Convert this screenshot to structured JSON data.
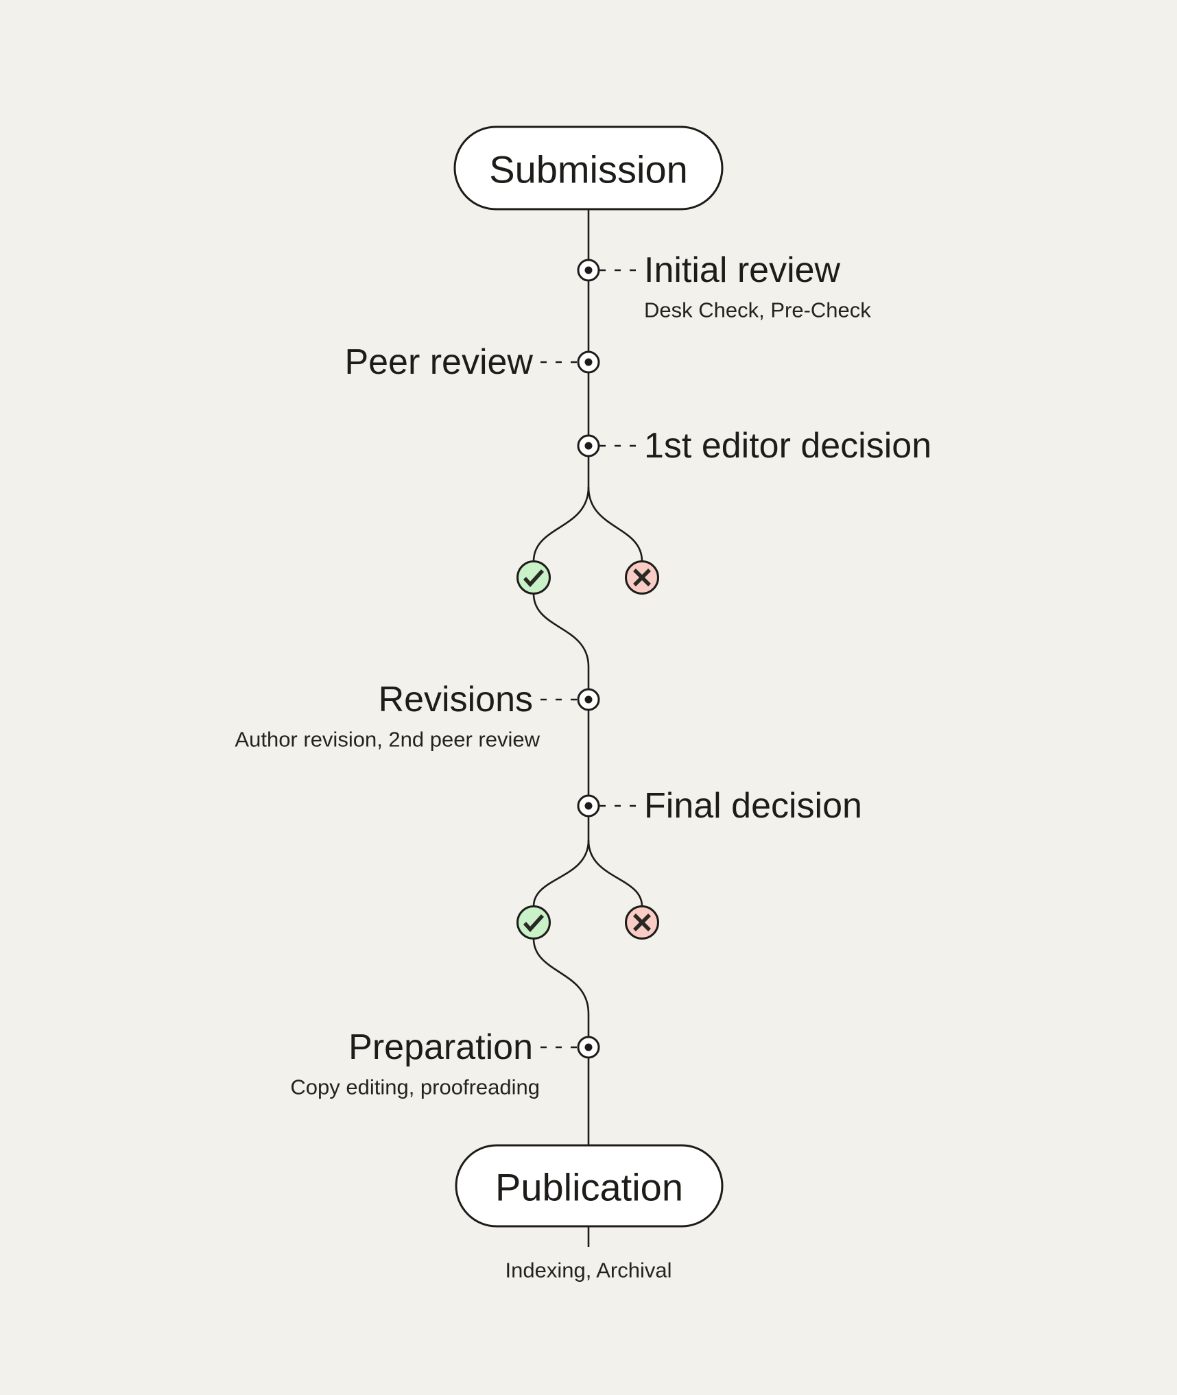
{
  "canvas": {
    "background": "#f2f1ec",
    "line_color": "#1e1c19",
    "text_color": "#1e1c19"
  },
  "colors": {
    "accept_fill": "#c9f2c8",
    "reject_fill": "#f9cdc5",
    "node_fill": "#ffffff"
  },
  "terminals": {
    "start": {
      "label": "Submission"
    },
    "end": {
      "label": "Publication",
      "subtitle": "Indexing, Archival"
    }
  },
  "steps": [
    {
      "label": "Initial review",
      "subtitle": "Desk Check, Pre-Check",
      "side": "right"
    },
    {
      "label": "Peer review",
      "subtitle": "",
      "side": "left"
    },
    {
      "label": "1st editor decision",
      "subtitle": "",
      "side": "right"
    },
    {
      "label": "Revisions",
      "subtitle": "Author revision, 2nd peer review",
      "side": "left"
    },
    {
      "label": "Final decision",
      "subtitle": "",
      "side": "right"
    },
    {
      "label": "Preparation",
      "subtitle": "Copy editing, proofreading",
      "side": "left"
    }
  ],
  "decisions": [
    {
      "after": "1st editor decision",
      "accept_icon": "check",
      "reject_icon": "cross"
    },
    {
      "after": "Final decision",
      "accept_icon": "check",
      "reject_icon": "cross"
    }
  ]
}
